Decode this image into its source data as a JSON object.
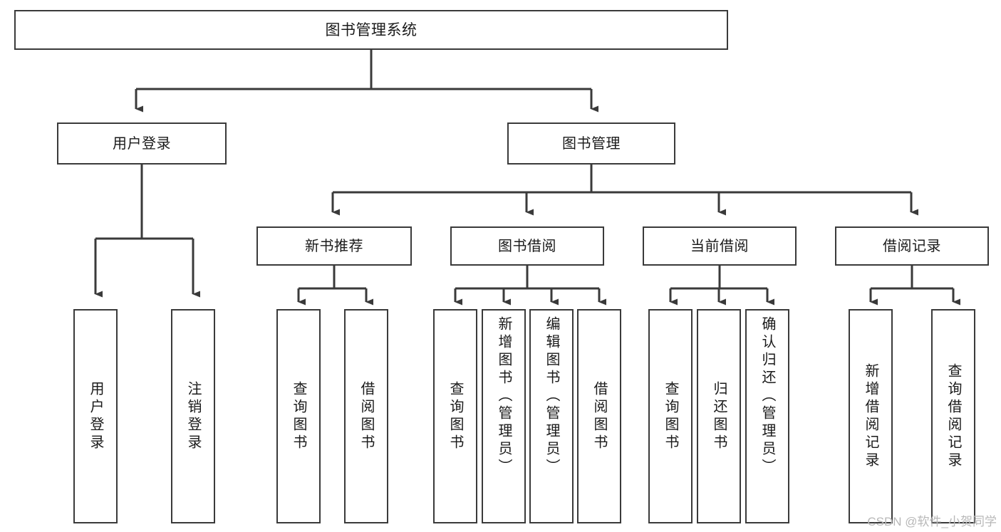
{
  "diagram": {
    "title": "图书管理系统",
    "type": "tree-hierarchy",
    "colors": {
      "background": "#ffffff",
      "node_border": "#3a3a3a",
      "node_fill": "#ffffff",
      "edge": "#3a3a3a",
      "text": "#1a1a1a",
      "watermark": "#b8b8b8"
    },
    "root": {
      "label": "图书管理系统"
    },
    "level2": [
      {
        "label": "用户登录"
      },
      {
        "label": "图书管理"
      }
    ],
    "level3": [
      {
        "label": "新书推荐"
      },
      {
        "label": "图书借阅"
      },
      {
        "label": "当前借阅"
      },
      {
        "label": "借阅记录"
      }
    ],
    "leaves": {
      "user_login": [
        {
          "label": "用户登录"
        },
        {
          "label": "注销登录"
        }
      ],
      "new_book_recommend": [
        {
          "label": "查询图书"
        },
        {
          "label": "借阅图书"
        }
      ],
      "book_borrow": [
        {
          "label": "查询图书"
        },
        {
          "label": "新增图书（管理员）"
        },
        {
          "label": "编辑图书（管理员）"
        },
        {
          "label": "借阅图书"
        }
      ],
      "current_borrow": [
        {
          "label": "查询图书"
        },
        {
          "label": "归还图书"
        },
        {
          "label": "确认归还（管理员）"
        }
      ],
      "borrow_record": [
        {
          "label": "新增借阅记录"
        },
        {
          "label": "查询借阅记录"
        }
      ]
    },
    "watermark": "CSDN @软件_小贺同学"
  }
}
